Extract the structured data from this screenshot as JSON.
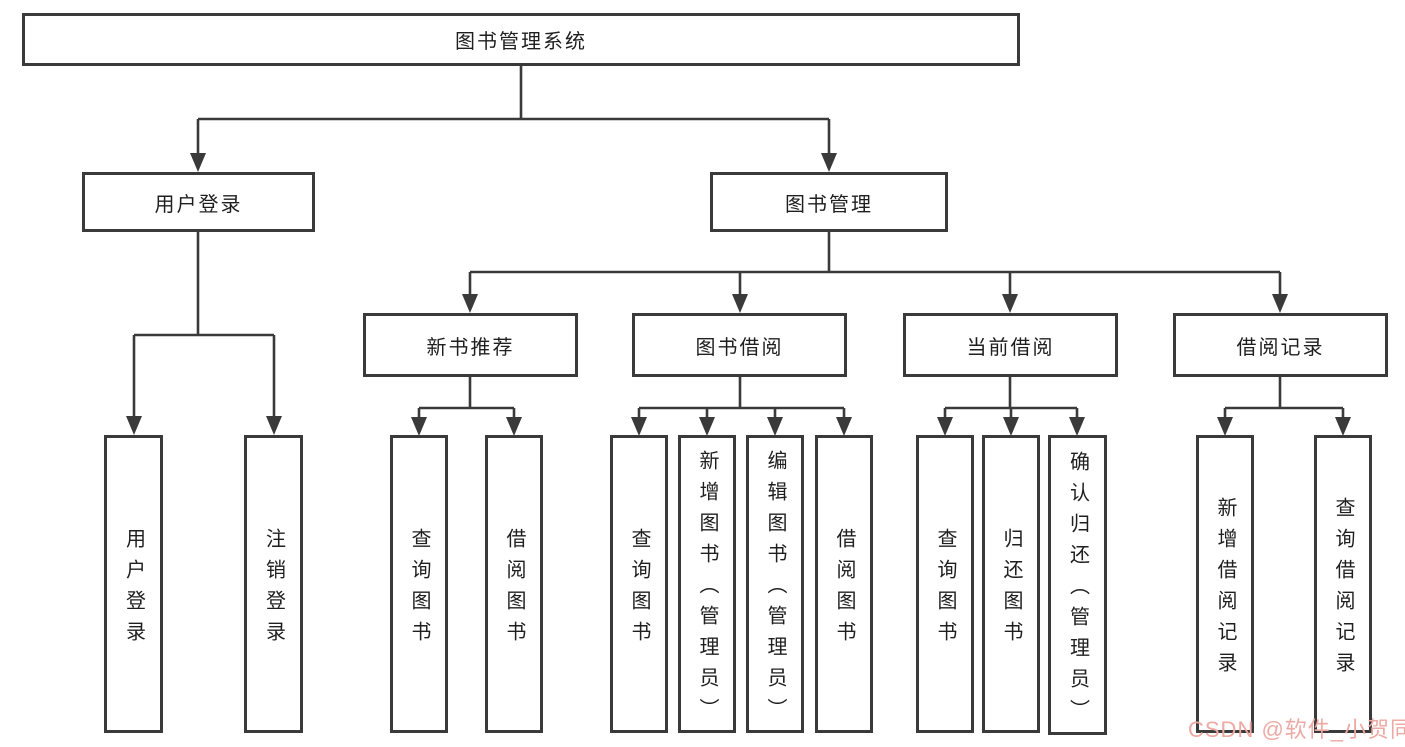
{
  "diagram": {
    "type": "hierarchy-tree",
    "title": "图书管理系统"
  },
  "colors": {
    "line": "#3a3a3a",
    "text": "#1f1f1f",
    "background": "#ffffff",
    "watermark": "#eda9a4"
  },
  "nodes": {
    "root": "图书管理系统",
    "user_login": "用户登录",
    "book_mgmt": "图书管理",
    "new_book_rec": "新书推荐",
    "book_borrow": "图书借阅",
    "current_borrow": "当前借阅",
    "borrow_record": "借阅记录",
    "ul_user_login": "用户登录",
    "ul_logout": "注销登录",
    "nb_query": "查询图书",
    "nb_borrow": "借阅图书",
    "bb_query": "查询图书",
    "bb_add": "新增图书（管理员）",
    "bb_edit": "编辑图书（管理员）",
    "bb_borrow": "借阅图书",
    "cb_query": "查询图书",
    "cb_return": "归还图书",
    "cb_confirm": "确认归还（管理员）",
    "br_add": "新增借阅记录",
    "br_query": "查询借阅记录"
  },
  "watermark": {
    "text": "CSDN @软件_小贺同学"
  }
}
